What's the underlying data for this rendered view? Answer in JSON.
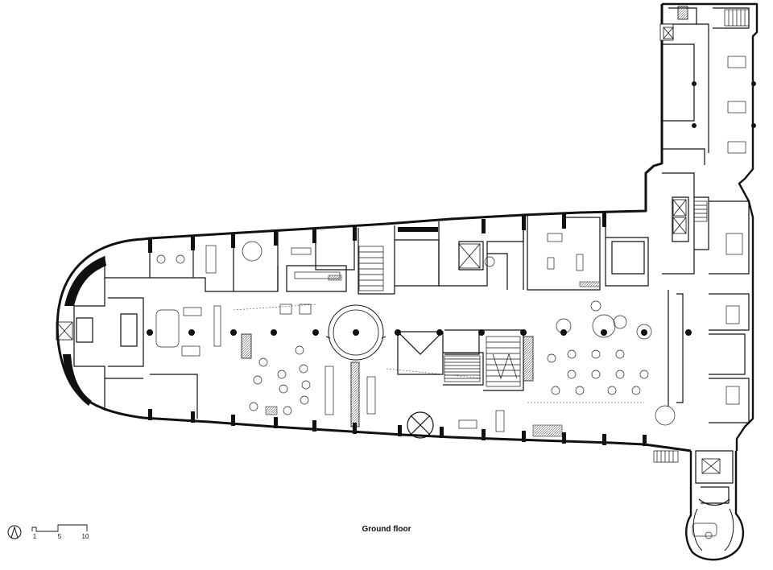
{
  "title": "Ground floor",
  "scale_bar": {
    "labels": [
      "1",
      "5",
      "10"
    ]
  },
  "icons": {
    "north": "north-arrow-icon"
  },
  "colors": {
    "line": "#111111",
    "background": "#ffffff",
    "hatch": "#555555"
  }
}
